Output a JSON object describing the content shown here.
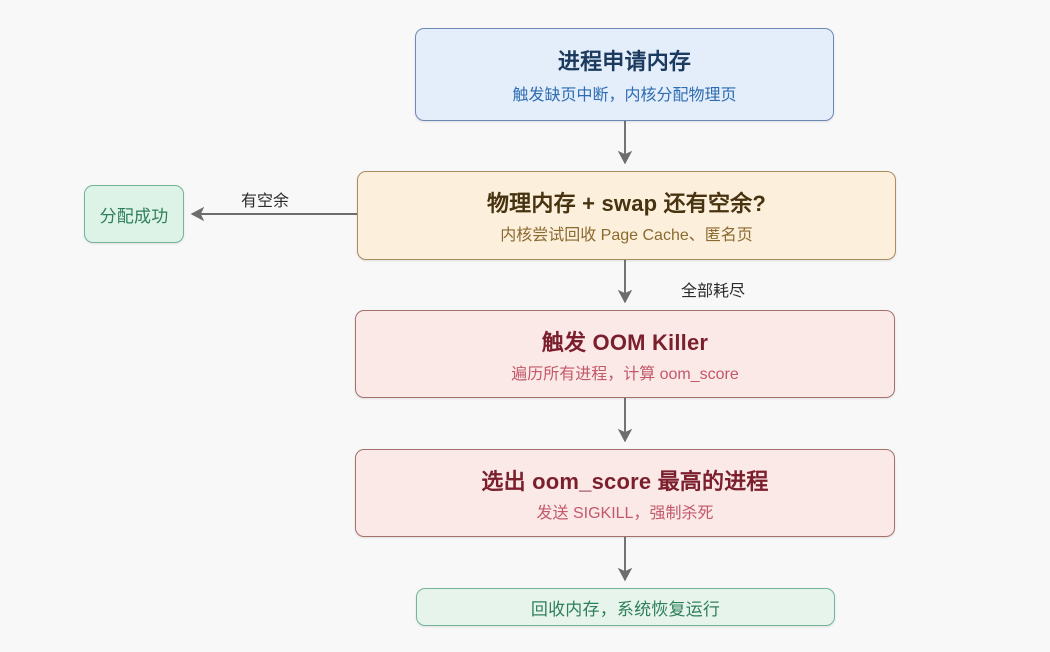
{
  "diagram": {
    "type": "flowchart",
    "direction": "top-to-bottom",
    "background_color": "#f8f8f8",
    "nodes": [
      {
        "id": "request",
        "title": "进程申请内存",
        "subtitle": "触发缺页中断，内核分配物理页",
        "shape": "rounded-rect",
        "fill": "#e4eefb",
        "border": "#6e89b8",
        "title_color": "#1b3a5e",
        "subtitle_color": "#2e6cb0"
      },
      {
        "id": "check",
        "title": "物理内存 + swap 还有空余?",
        "subtitle": "内核尝试回收 Page Cache、匿名页",
        "shape": "rounded-rect",
        "fill": "#fcefdc",
        "border": "#a98c62",
        "title_color": "#47330f",
        "subtitle_color": "#8a6a2f"
      },
      {
        "id": "success",
        "title": "分配成功",
        "subtitle": "",
        "shape": "rounded-rect",
        "fill": "#ddf3e8",
        "border": "#74b49a",
        "title_color": "#2f7f58",
        "subtitle_color": ""
      },
      {
        "id": "oom",
        "title": "触发 OOM Killer",
        "subtitle": "遍历所有进程，计算 oom_score",
        "shape": "rounded-rect",
        "fill": "#fbe9e8",
        "border": "#a4706c",
        "title_color": "#7b1f2d",
        "subtitle_color": "#c2596a"
      },
      {
        "id": "select",
        "title": "选出 oom_score 最高的进程",
        "subtitle": "发送 SIGKILL，强制杀死",
        "shape": "rounded-rect",
        "fill": "#fbe9e8",
        "border": "#a4706c",
        "title_color": "#7b1f2d",
        "subtitle_color": "#c2596a"
      },
      {
        "id": "recover",
        "title": "回收内存，系统恢复运行",
        "subtitle": "",
        "shape": "rounded-rect",
        "fill": "#e6f4ec",
        "border": "#74b49a",
        "title_color": "#2f7f58",
        "subtitle_color": ""
      }
    ],
    "edges": [
      {
        "id": "e1",
        "from": "request",
        "to": "check",
        "label": "",
        "direction": "down"
      },
      {
        "id": "e2",
        "from": "check",
        "to": "success",
        "label": "有空余",
        "direction": "left"
      },
      {
        "id": "e3",
        "from": "check",
        "to": "oom",
        "label": "全部耗尽",
        "direction": "down"
      },
      {
        "id": "e4",
        "from": "oom",
        "to": "select",
        "label": "",
        "direction": "down"
      },
      {
        "id": "e5",
        "from": "select",
        "to": "recover",
        "label": "",
        "direction": "down"
      }
    ],
    "edge_color": "#6d6d6d",
    "edge_label_color": "#2b2b2b"
  }
}
